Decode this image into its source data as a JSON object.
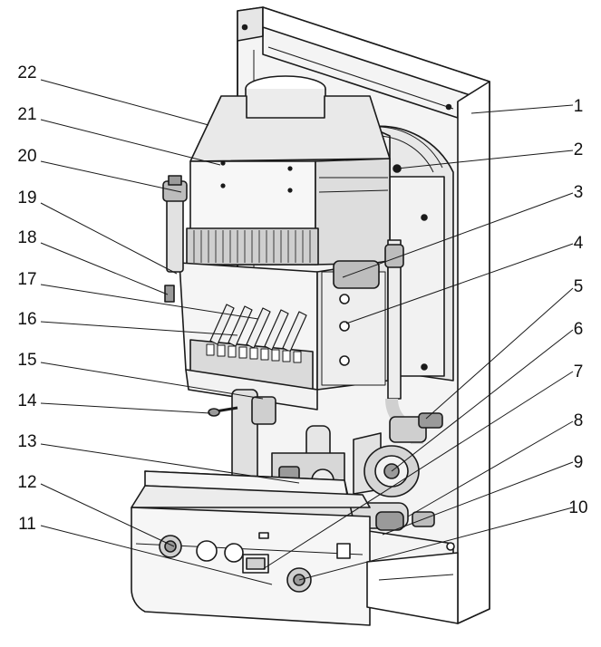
{
  "callouts": {
    "left": [
      "22",
      "21",
      "20",
      "19",
      "18",
      "17",
      "16",
      "15",
      "14",
      "13",
      "12",
      "11"
    ],
    "right": [
      "1",
      "2",
      "3",
      "4",
      "5",
      "6",
      "7",
      "8",
      "9",
      "10"
    ]
  },
  "colors": {
    "line": "#1a1a1a",
    "fill_light": "#f2f2f2",
    "fill_mid": "#d9d9d9",
    "fill_dark": "#9a9a9a",
    "background": "#ffffff"
  }
}
